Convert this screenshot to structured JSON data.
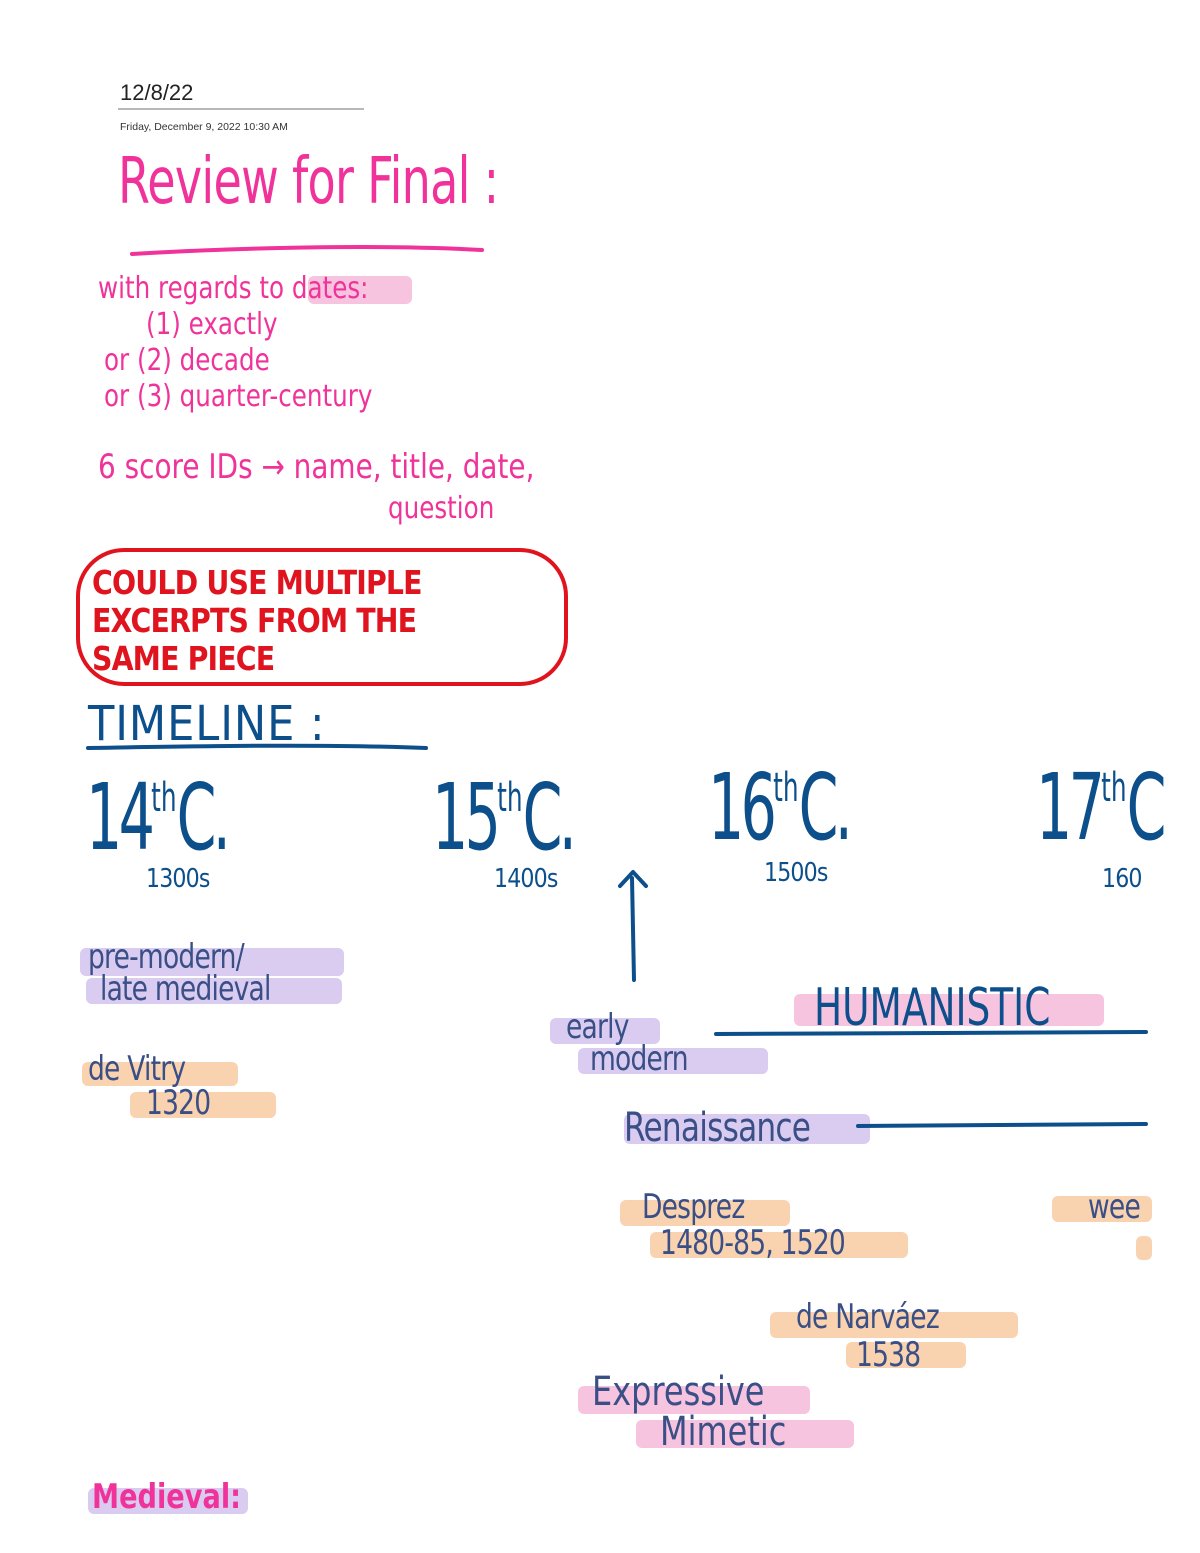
{
  "page": {
    "title_date": "12/8/22",
    "created": "Friday, December 9, 2022   10:30 AM"
  },
  "heading": "Review for Final :",
  "dates_note": {
    "intro_prefix": "with regards to",
    "intro_highlight": "dates:",
    "options": [
      "(1) exactly",
      "or (2) decade",
      "or (3) quarter-century"
    ]
  },
  "score_note": {
    "line1": "6 score IDs → name, title, date,",
    "line2": "question"
  },
  "callout": {
    "lines": [
      "COULD USE MULTIPLE",
      "EXCERPTS FROM THE",
      "SAME PIECE"
    ]
  },
  "timeline": {
    "title": "TIMELINE :",
    "centuries": [
      {
        "num": "14",
        "suffix": "th",
        "c": "C.",
        "decade": "1300s"
      },
      {
        "num": "15",
        "suffix": "th",
        "c": "C.",
        "decade": "1400s"
      },
      {
        "num": "16",
        "suffix": "th",
        "c": "C.",
        "decade": "1500s"
      },
      {
        "num": "17",
        "suffix": "th",
        "c": "C",
        "decade": "160"
      }
    ],
    "labels": {
      "pre_modern_1": "pre-modern/",
      "pre_modern_2": "late medieval",
      "de_vitry": "de Vitry",
      "de_vitry_date": "1320",
      "early": "early",
      "modern": "modern",
      "humanistic": "HUMANISTIC",
      "renaissance": "Renaissance",
      "desprez": "Desprez",
      "desprez_dates": "1480-85, 1520",
      "wee": "wee",
      "de_narvaez": "de Narváez",
      "de_narvaez_date": "1538",
      "expressive": "Expressive",
      "mimetic": "Mimetic",
      "medieval": "Medieval:"
    }
  },
  "colors": {
    "navy": "#0d4f8b",
    "slate": "#3a4f86",
    "pink": "#f0339a",
    "red": "#e0141e",
    "highlight_pink": "#f7c4e0",
    "highlight_purple": "#d9ccf0",
    "highlight_orange": "#f9d2b0"
  }
}
